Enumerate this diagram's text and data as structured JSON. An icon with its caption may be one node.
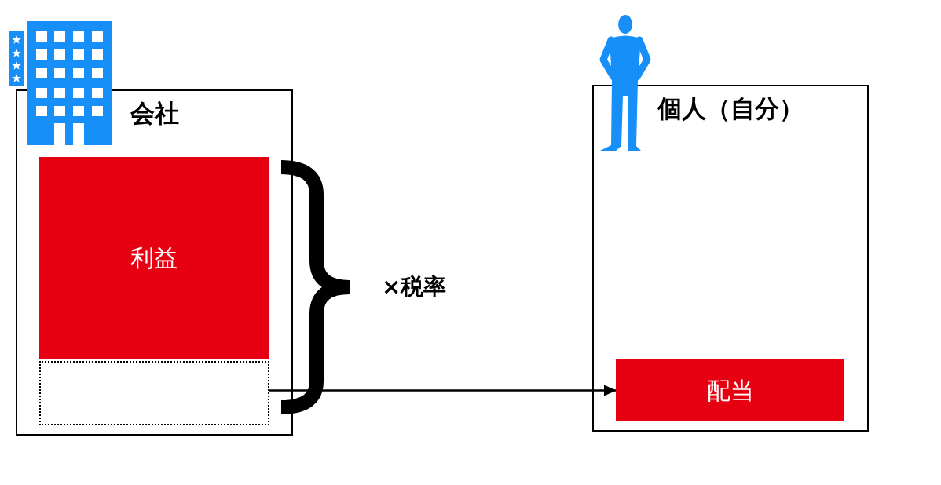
{
  "diagram": {
    "nodes": [
      {
        "text": [
          "会社"
        ]
      },
      {
        "text": [
          "利益"
        ],
        "in": 0
      },
      {
        "text": [],
        "shape": "box",
        "in": 0
      },
      {
        "text": [
          "個人（自分）"
        ]
      },
      {
        "text": [
          "配当"
        ],
        "in": 3
      }
    ],
    "edges": [
      {
        "from": 2,
        "to": 4,
        "arrow": "to"
      }
    ],
    "labels": [
      "×税率"
    ]
  }
}
